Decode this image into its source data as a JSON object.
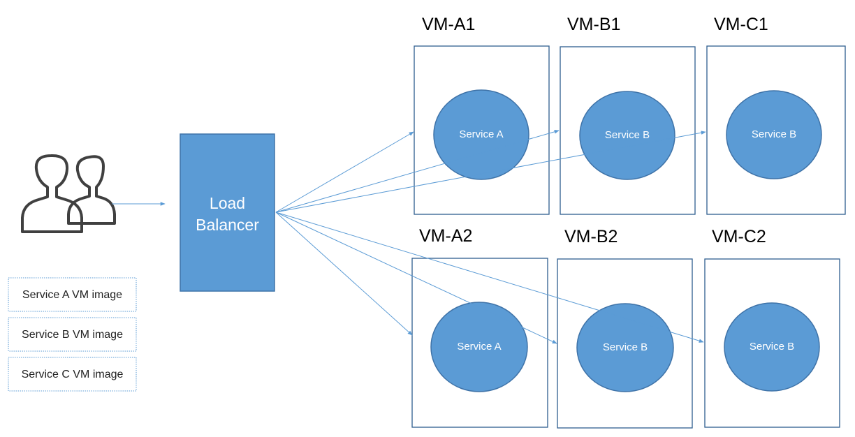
{
  "colors": {
    "accent_fill": "#5b9bd5",
    "accent_stroke": "#3f73a8",
    "vm_border": "#2e5d8e",
    "arrow": "#5b9bd5",
    "icon": "#404040"
  },
  "users": {
    "icon": "users-icon"
  },
  "load_balancer": {
    "label_line1": "Load",
    "label_line2": "Balancer"
  },
  "vm_images": [
    {
      "label": "Service A VM image"
    },
    {
      "label": "Service B VM image"
    },
    {
      "label": "Service C VM image"
    }
  ],
  "vms": [
    {
      "id": "a1",
      "label": "VM-A1",
      "service": "Service A"
    },
    {
      "id": "b1",
      "label": "VM-B1",
      "service": "Service B"
    },
    {
      "id": "c1",
      "label": "VM-C1",
      "service": "Service B"
    },
    {
      "id": "a2",
      "label": "VM-A2",
      "service": "Service A"
    },
    {
      "id": "b2",
      "label": "VM-B2",
      "service": "Service B"
    },
    {
      "id": "c2",
      "label": "VM-C2",
      "service": "Service B"
    }
  ]
}
